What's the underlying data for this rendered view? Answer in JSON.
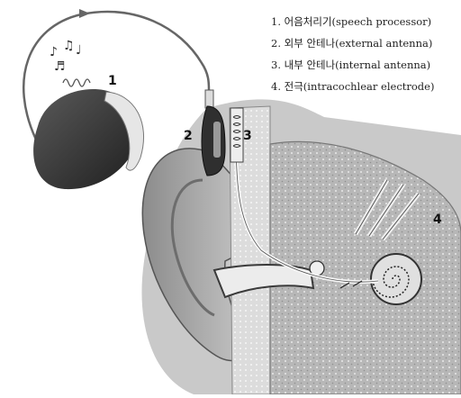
{
  "legend": {
    "items": [
      {
        "label": "1. 어음처리기(speech processor)"
      },
      {
        "label": "2. 외부 안테나(external antenna)"
      },
      {
        "label": "3. 내부 안테나(internal antenna)"
      },
      {
        "label": "4. 전극(intracochlear electrode)"
      }
    ]
  },
  "callouts": {
    "c1": "1",
    "c2": "2",
    "c3": "3",
    "c4": "4"
  },
  "icons": [
    "music-notes-icon",
    "sound-wave-icon"
  ],
  "colors": {
    "device_dark": "#3a3a3a",
    "skin": "#bdbdbd",
    "tissue": "#a9a9a9",
    "bone": "#d6d6d6",
    "wire": "#f4f4f4"
  }
}
